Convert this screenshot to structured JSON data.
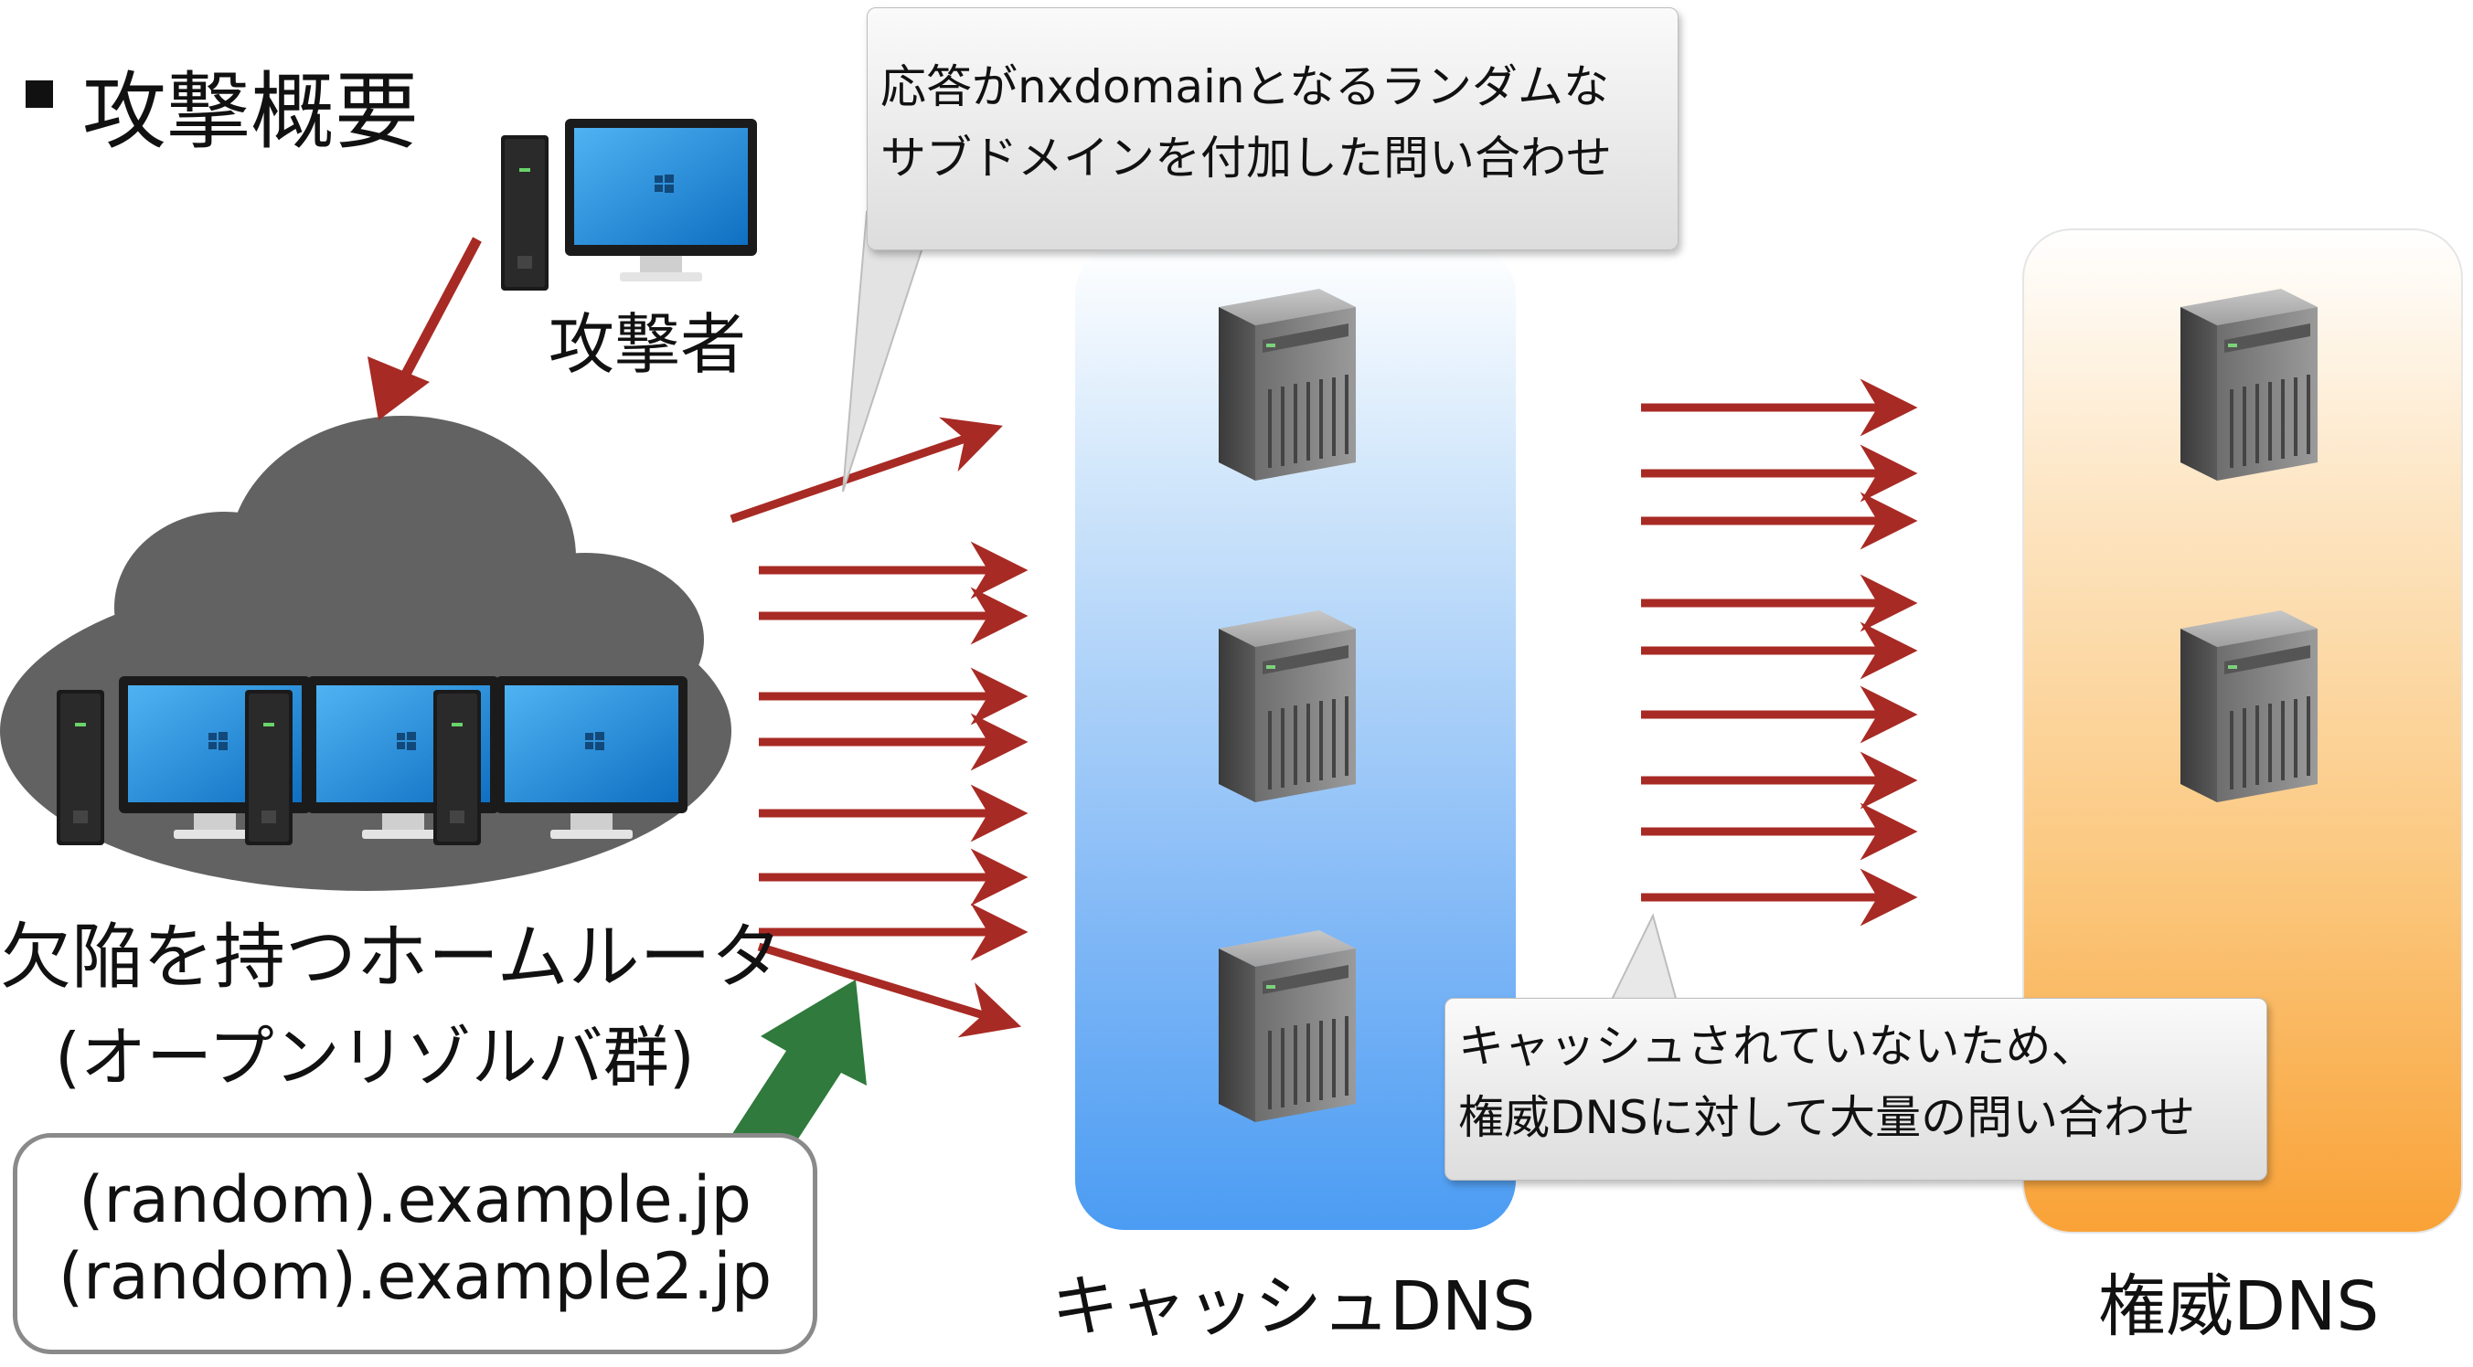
{
  "heading": "攻撃概要",
  "attacker": {
    "label": "攻撃者"
  },
  "routers": {
    "label_line1": "欠陥を持つホームルータ",
    "label_line2": "(オープンリゾルバ群)"
  },
  "domains": [
    "(random).example.jp",
    "(random).example2.jp"
  ],
  "callout_query": {
    "line1": "応答がnxdomainとなるランダムな",
    "line2": "サブドメインを付加した問い合わせ"
  },
  "callout_flood": {
    "line1": "キャッシュされていないため、",
    "line2": "権威DNSに対して大量の問い合わせ"
  },
  "cache_dns": {
    "label": "キャッシュDNS"
  },
  "authoritative_dns": {
    "label": "権威DNS"
  },
  "colors": {
    "attack_arrow": "#a82a24",
    "input_arrow": "#2f7a3c",
    "cloud": "#626262",
    "cache_column": "#4b9cf3",
    "auth_column": "#f9a237",
    "monitor_screen": "#1f86d6"
  }
}
